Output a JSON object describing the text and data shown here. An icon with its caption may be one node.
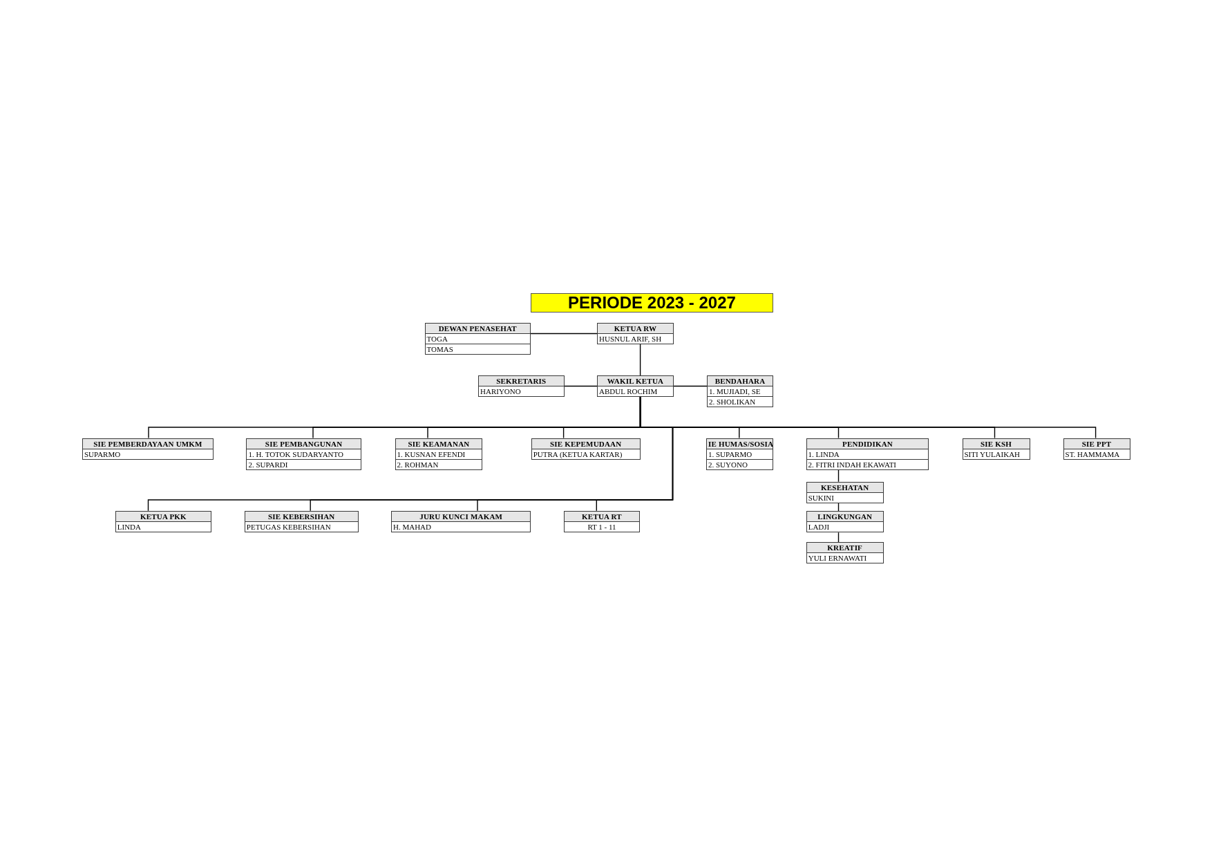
{
  "diagram": {
    "title": "PERIODE 2023 - 2027",
    "nodes": [
      {
        "text": [
          "DEWAN PENASEHAT",
          "TOGA",
          "TOMAS"
        ]
      },
      {
        "text": [
          "KETUA RW",
          "HUSNUL ARIF, SH"
        ]
      },
      {
        "text": [
          "SEKRETARIS",
          "HARIYONO"
        ]
      },
      {
        "text": [
          "WAKIL KETUA",
          "ABDUL ROCHIM"
        ]
      },
      {
        "text": [
          "BENDAHARA",
          "1. MUJIADI, SE",
          "2. SHOLIKAN"
        ]
      },
      {
        "text": [
          "SIE PEMBERDAYAAN UMKM",
          "SUPARMO"
        ]
      },
      {
        "text": [
          "SIE PEMBANGUNAN",
          "1. H. TOTOK SUDARYANTO",
          "2. SUPARDI"
        ]
      },
      {
        "text": [
          "SIE KEAMANAN",
          "1. KUSNAN EFENDI",
          "2. ROHMAN"
        ]
      },
      {
        "text": [
          "SIE KEPEMUDAAN",
          "PUTRA (KETUA KARTAR)"
        ]
      },
      {
        "text": [
          "IE HUMAS/SOSIA",
          "1. SUPARMO",
          "2. SUYONO"
        ]
      },
      {
        "text": [
          "PENDIDIKAN",
          "1. LINDA",
          "2. FITRI INDAH EKAWATI"
        ]
      },
      {
        "text": [
          "SIE KSH",
          "SITI YULAIKAH"
        ]
      },
      {
        "text": [
          "SIE PPT",
          "ST. HAMMAMA"
        ]
      },
      {
        "text": [
          "KESEHATAN",
          "SUKINI"
        ]
      },
      {
        "text": [
          "LINGKUNGAN",
          "LADJI"
        ]
      },
      {
        "text": [
          "KREATIF",
          "YULI ERNAWATI"
        ]
      },
      {
        "text": [
          "KETUA PKK",
          "LINDA"
        ]
      },
      {
        "text": [
          "SIE KEBERSIHAN",
          "PETUGAS KEBERSIHAN"
        ]
      },
      {
        "text": [
          "JURU KUNCI MAKAM",
          "H. MAHAD"
        ]
      },
      {
        "text": [
          "KETUA RT",
          "RT 1 - 11"
        ]
      }
    ],
    "edges": [
      {
        "from": 0,
        "to": 1,
        "arrow": "none"
      },
      {
        "from": 1,
        "to": 3,
        "arrow": "none"
      },
      {
        "from": 2,
        "to": 3,
        "arrow": "none"
      },
      {
        "from": 3,
        "to": 4,
        "arrow": "none"
      },
      {
        "from": 3,
        "to": 5,
        "arrow": "none"
      },
      {
        "from": 3,
        "to": 6,
        "arrow": "none"
      },
      {
        "from": 3,
        "to": 7,
        "arrow": "none"
      },
      {
        "from": 3,
        "to": 8,
        "arrow": "none"
      },
      {
        "from": 3,
        "to": 9,
        "arrow": "none"
      },
      {
        "from": 3,
        "to": 10,
        "arrow": "none"
      },
      {
        "from": 3,
        "to": 11,
        "arrow": "none"
      },
      {
        "from": 3,
        "to": 12,
        "arrow": "none"
      },
      {
        "from": 10,
        "to": 13,
        "arrow": "none"
      },
      {
        "from": 13,
        "to": 14,
        "arrow": "none"
      },
      {
        "from": 14,
        "to": 15,
        "arrow": "none"
      },
      {
        "from": 3,
        "to": 16,
        "arrow": "none"
      },
      {
        "from": 3,
        "to": 17,
        "arrow": "none"
      },
      {
        "from": 3,
        "to": 18,
        "arrow": "none"
      },
      {
        "from": 3,
        "to": 19,
        "arrow": "none"
      }
    ]
  }
}
